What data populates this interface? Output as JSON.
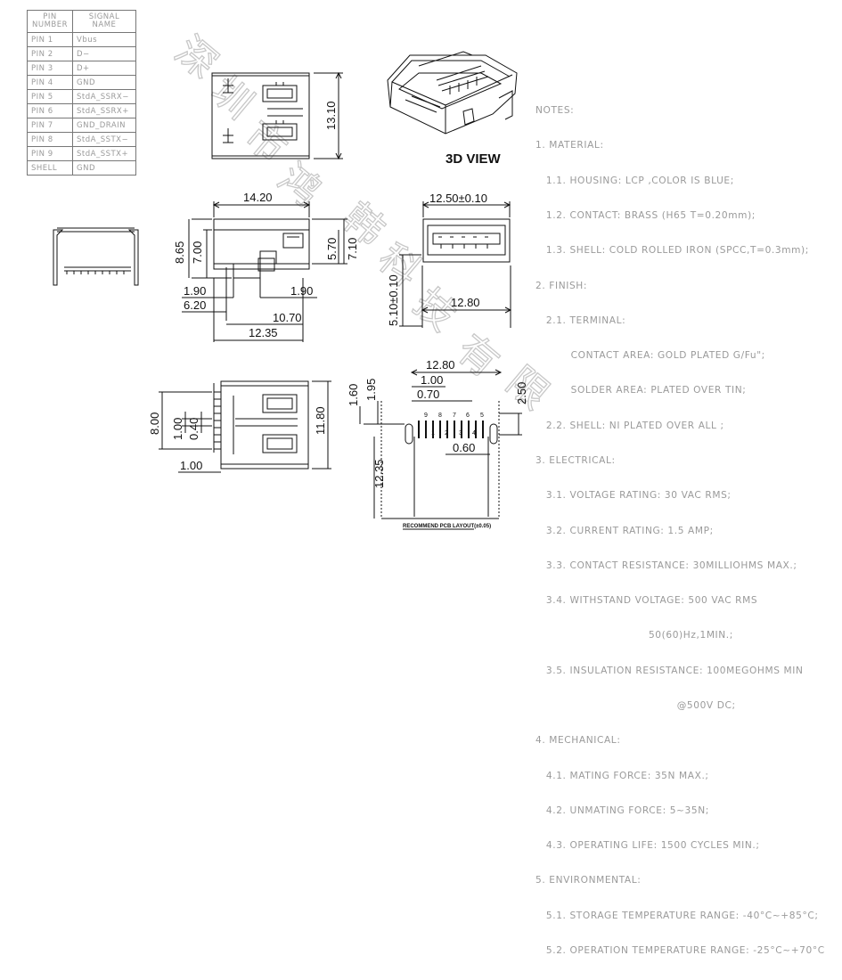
{
  "pin_table": {
    "header": {
      "col1": [
        "PIN",
        "NUMBER"
      ],
      "col2": [
        "SIGNAL",
        "NAME"
      ]
    },
    "rows": [
      {
        "pin": "PIN 1",
        "signal": "Vbus"
      },
      {
        "pin": "PIN 2",
        "signal": "D−"
      },
      {
        "pin": "PIN 3",
        "signal": "D+"
      },
      {
        "pin": "PIN 4",
        "signal": "GND"
      },
      {
        "pin": "PIN 5",
        "signal": "StdA_SSRX−"
      },
      {
        "pin": "PIN 6",
        "signal": "StdA_SSRX+"
      },
      {
        "pin": "PIN 7",
        "signal": "GND_DRAIN"
      },
      {
        "pin": "PIN 8",
        "signal": "StdA_SSTX−"
      },
      {
        "pin": "PIN 9",
        "signal": "StdA_SSTX+"
      },
      {
        "pin": "SHELL",
        "signal": "GND"
      }
    ]
  },
  "view_title": "3D VIEW",
  "pcb_caption": "RECOMMEND PCB LAYOUT(±0.05)",
  "dimensions": {
    "top_height": "13.10",
    "front_width": "14.20",
    "front_h1": "8.65",
    "front_h2": "7.00",
    "front_h3": "5.70",
    "front_h4": "7.10",
    "front_w1": "1.90",
    "front_w2": "1.90",
    "front_w3": "6.20",
    "front_w4": "10.70",
    "front_w5": "12.35",
    "side_top": "12.50±0.10",
    "side_height": "5.10±0.10",
    "side_bottom": "12.80",
    "bot_h1": "8.00",
    "bot_h2": "1.00",
    "bot_h3": "0.40",
    "bot_h4": "11.80",
    "bot_w1": "1.00",
    "pcb_w1": "12.80",
    "pcb_w2": "1.00",
    "pcb_w3": "0.70",
    "pcb_w4": "0.60",
    "pcb_h1": "1.60",
    "pcb_h2": "1.95",
    "pcb_h3": "2.50",
    "pcb_h4": "12.35"
  },
  "pcb_pin_numbers_top": [
    "9",
    "8",
    "7",
    "6",
    "5"
  ],
  "pcb_pin_numbers_bottom": [
    "1",
    "2",
    "3",
    "4"
  ],
  "notes": [
    "NOTES:",
    "1. MATERIAL:",
    "   1.1. HOUSING: LCP ,COLOR IS BLUE;",
    "   1.2. CONTACT: BRASS (H65 T=0.20mm);",
    "   1.3. SHELL: COLD ROLLED IRON (SPCC,T=0.3mm);",
    "2. FINISH:",
    "   2.1. TERMINAL:",
    "          CONTACT AREA: GOLD PLATED G/Fu\";",
    "          SOLDER AREA: PLATED OVER TIN;",
    "   2.2. SHELL: NI PLATED OVER ALL ;",
    "3. ELECTRICAL:",
    "   3.1. VOLTAGE RATING: 30 VAC RMS;",
    "   3.2. CURRENT RATING: 1.5 AMP;",
    "   3.3. CONTACT RESISTANCE: 30MILLIOHMS MAX.;",
    "   3.4. WITHSTAND VOLTAGE: 500 VAC RMS",
    "                                50(60)Hz,1MIN.;",
    "   3.5. INSULATION RESISTANCE: 100MEGOHMS MIN",
    "                                        @500V DC;",
    "4. MECHANICAL:",
    "   4.1. MATING FORCE: 35N MAX.;",
    "   4.2. UNMATING FORCE: 5~35N;",
    "   4.3. OPERATING LIFE: 1500 CYCLES MIN.;",
    "5. ENVIRONMENTAL:",
    "   5.1. STORAGE TEMPERATURE RANGE: -40°C~+85°C;",
    "   5.2. OPERATION TEMPERATURE RANGE: -25°C~+70°C"
  ],
  "watermark": [
    "深",
    "圳",
    "市",
    "鸿",
    "韩",
    "科",
    "技",
    "有",
    "限"
  ],
  "colors": {
    "line": "#111111",
    "notes_text": "#9a9a9a",
    "watermark": "#c8c8c8"
  }
}
